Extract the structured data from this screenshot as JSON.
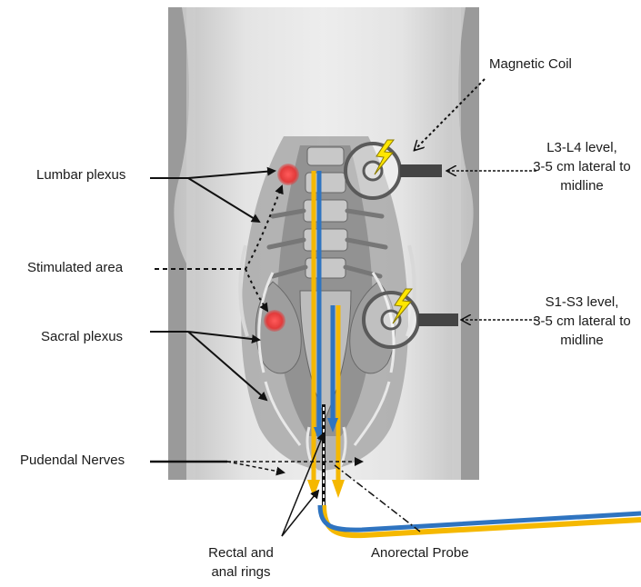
{
  "labels": {
    "magnetic_coil": "Magnetic Coil",
    "lumbar_plexus": "Lumbar plexus",
    "stimulated_area": "Stimulated area",
    "sacral_plexus": "Sacral plexus",
    "pudendal_nerves": "Pudendal Nerves",
    "rectal_anal_rings": [
      "Rectal and",
      "anal rings"
    ],
    "anorectal_probe": "Anorectal Probe",
    "l3_l4": [
      "L3-L4 level,",
      "3-5 cm lateral to",
      "midline"
    ],
    "s1_s3": [
      "S1-S3 level,",
      "3-5 cm lateral to",
      "midline"
    ]
  },
  "colors": {
    "probe_blue": "#2f74c0",
    "probe_yellow": "#f5b800",
    "stim_red": "#e23a3a",
    "lightning": "#ffe600",
    "coil_gray": "#5a5a5a"
  }
}
